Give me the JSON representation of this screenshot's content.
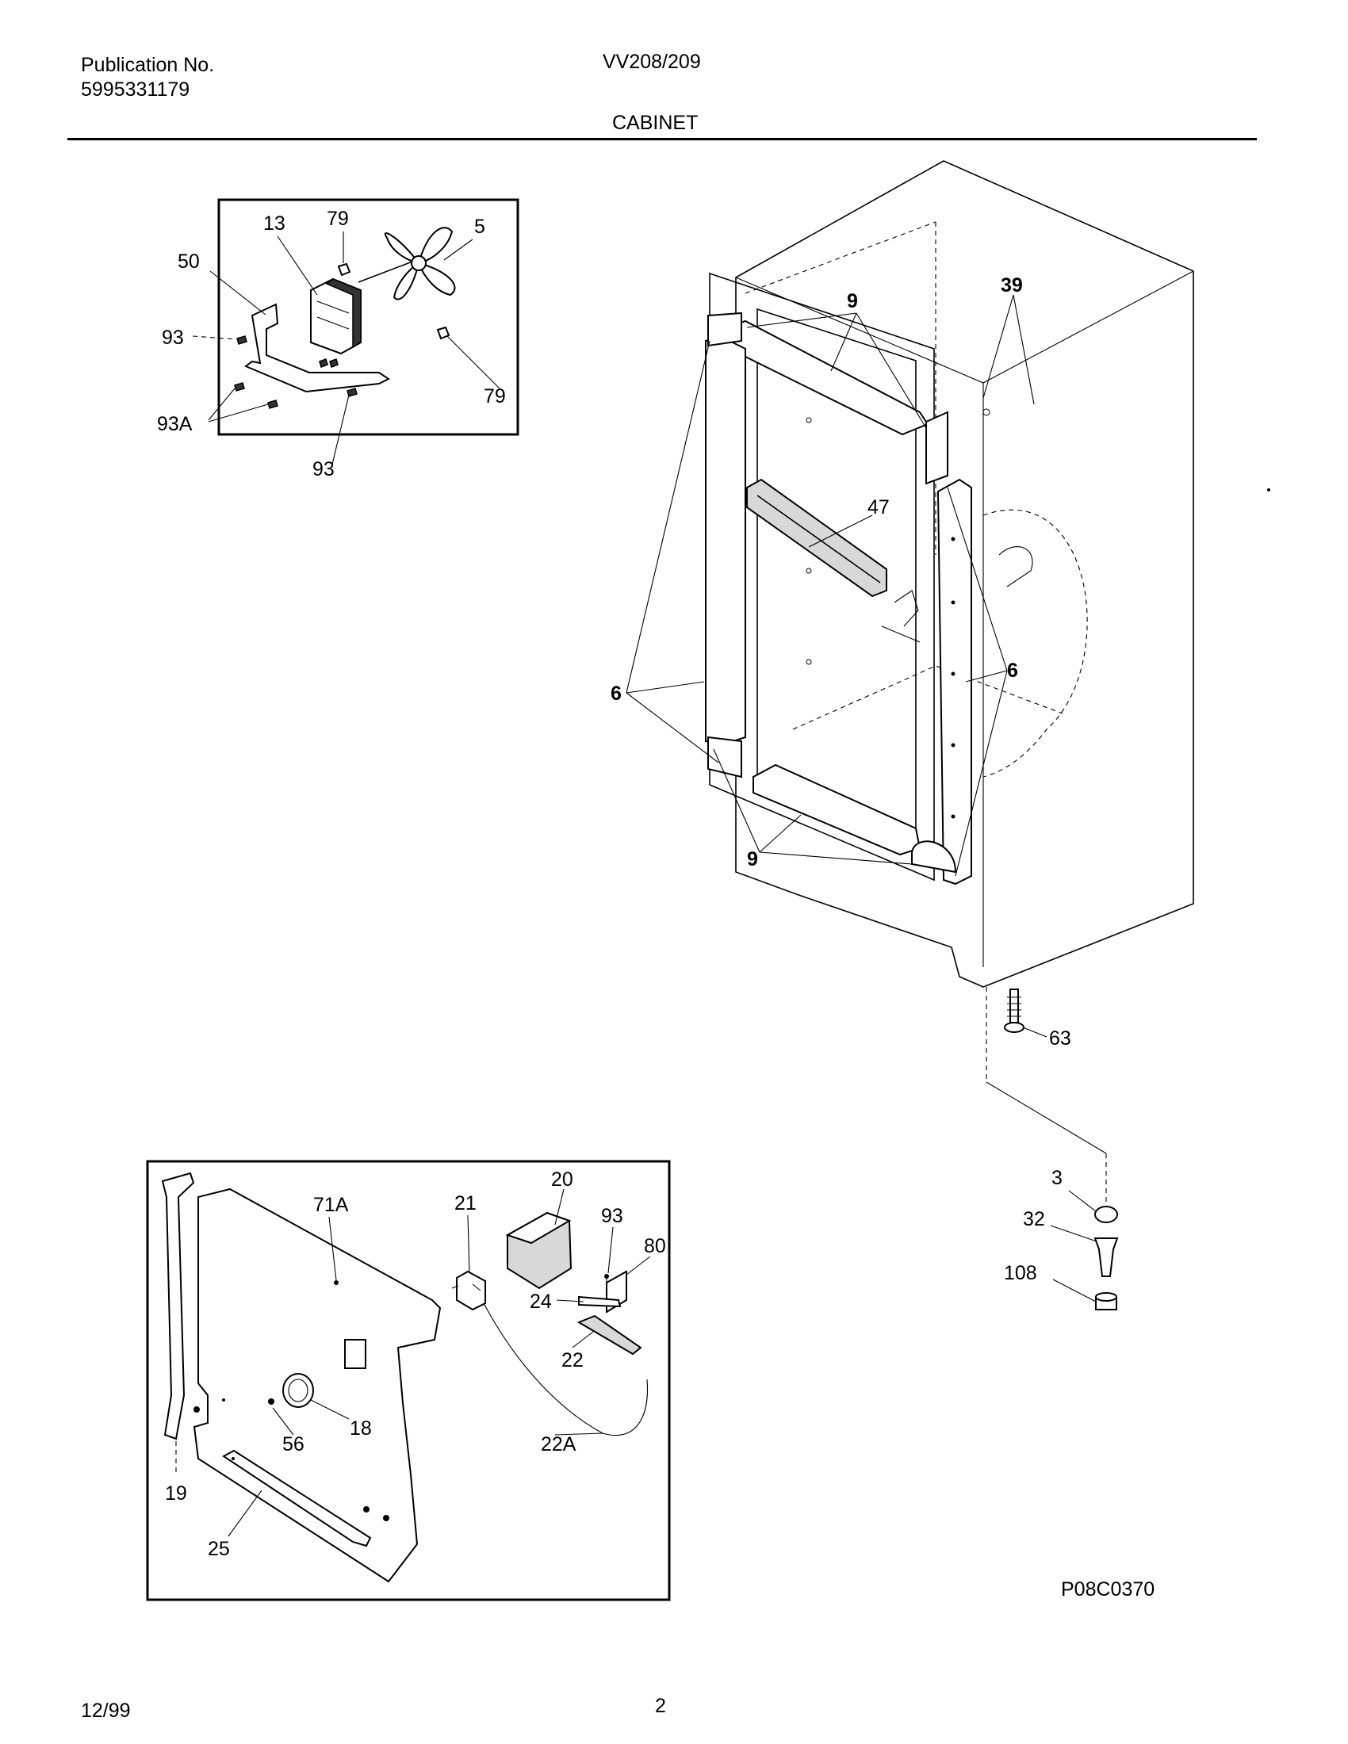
{
  "header": {
    "publication_label": "Publication No.",
    "publication_number": "5995331179",
    "model": "VV208/209",
    "section_title": "CABINET"
  },
  "footer": {
    "date": "12/99",
    "page_number": "2",
    "drawing_code": "P08C0370"
  },
  "callouts": {
    "fan_inset": [
      "13",
      "79",
      "5",
      "50",
      "93",
      "79",
      "93A",
      "93"
    ],
    "cabinet": [
      "9",
      "39",
      "47",
      "6",
      "6",
      "9",
      "63",
      "3",
      "32",
      "108"
    ],
    "back_inset": [
      "20",
      "71A",
      "21",
      "93",
      "80",
      "24",
      "22",
      "18",
      "56",
      "22A",
      "19",
      "25"
    ]
  }
}
